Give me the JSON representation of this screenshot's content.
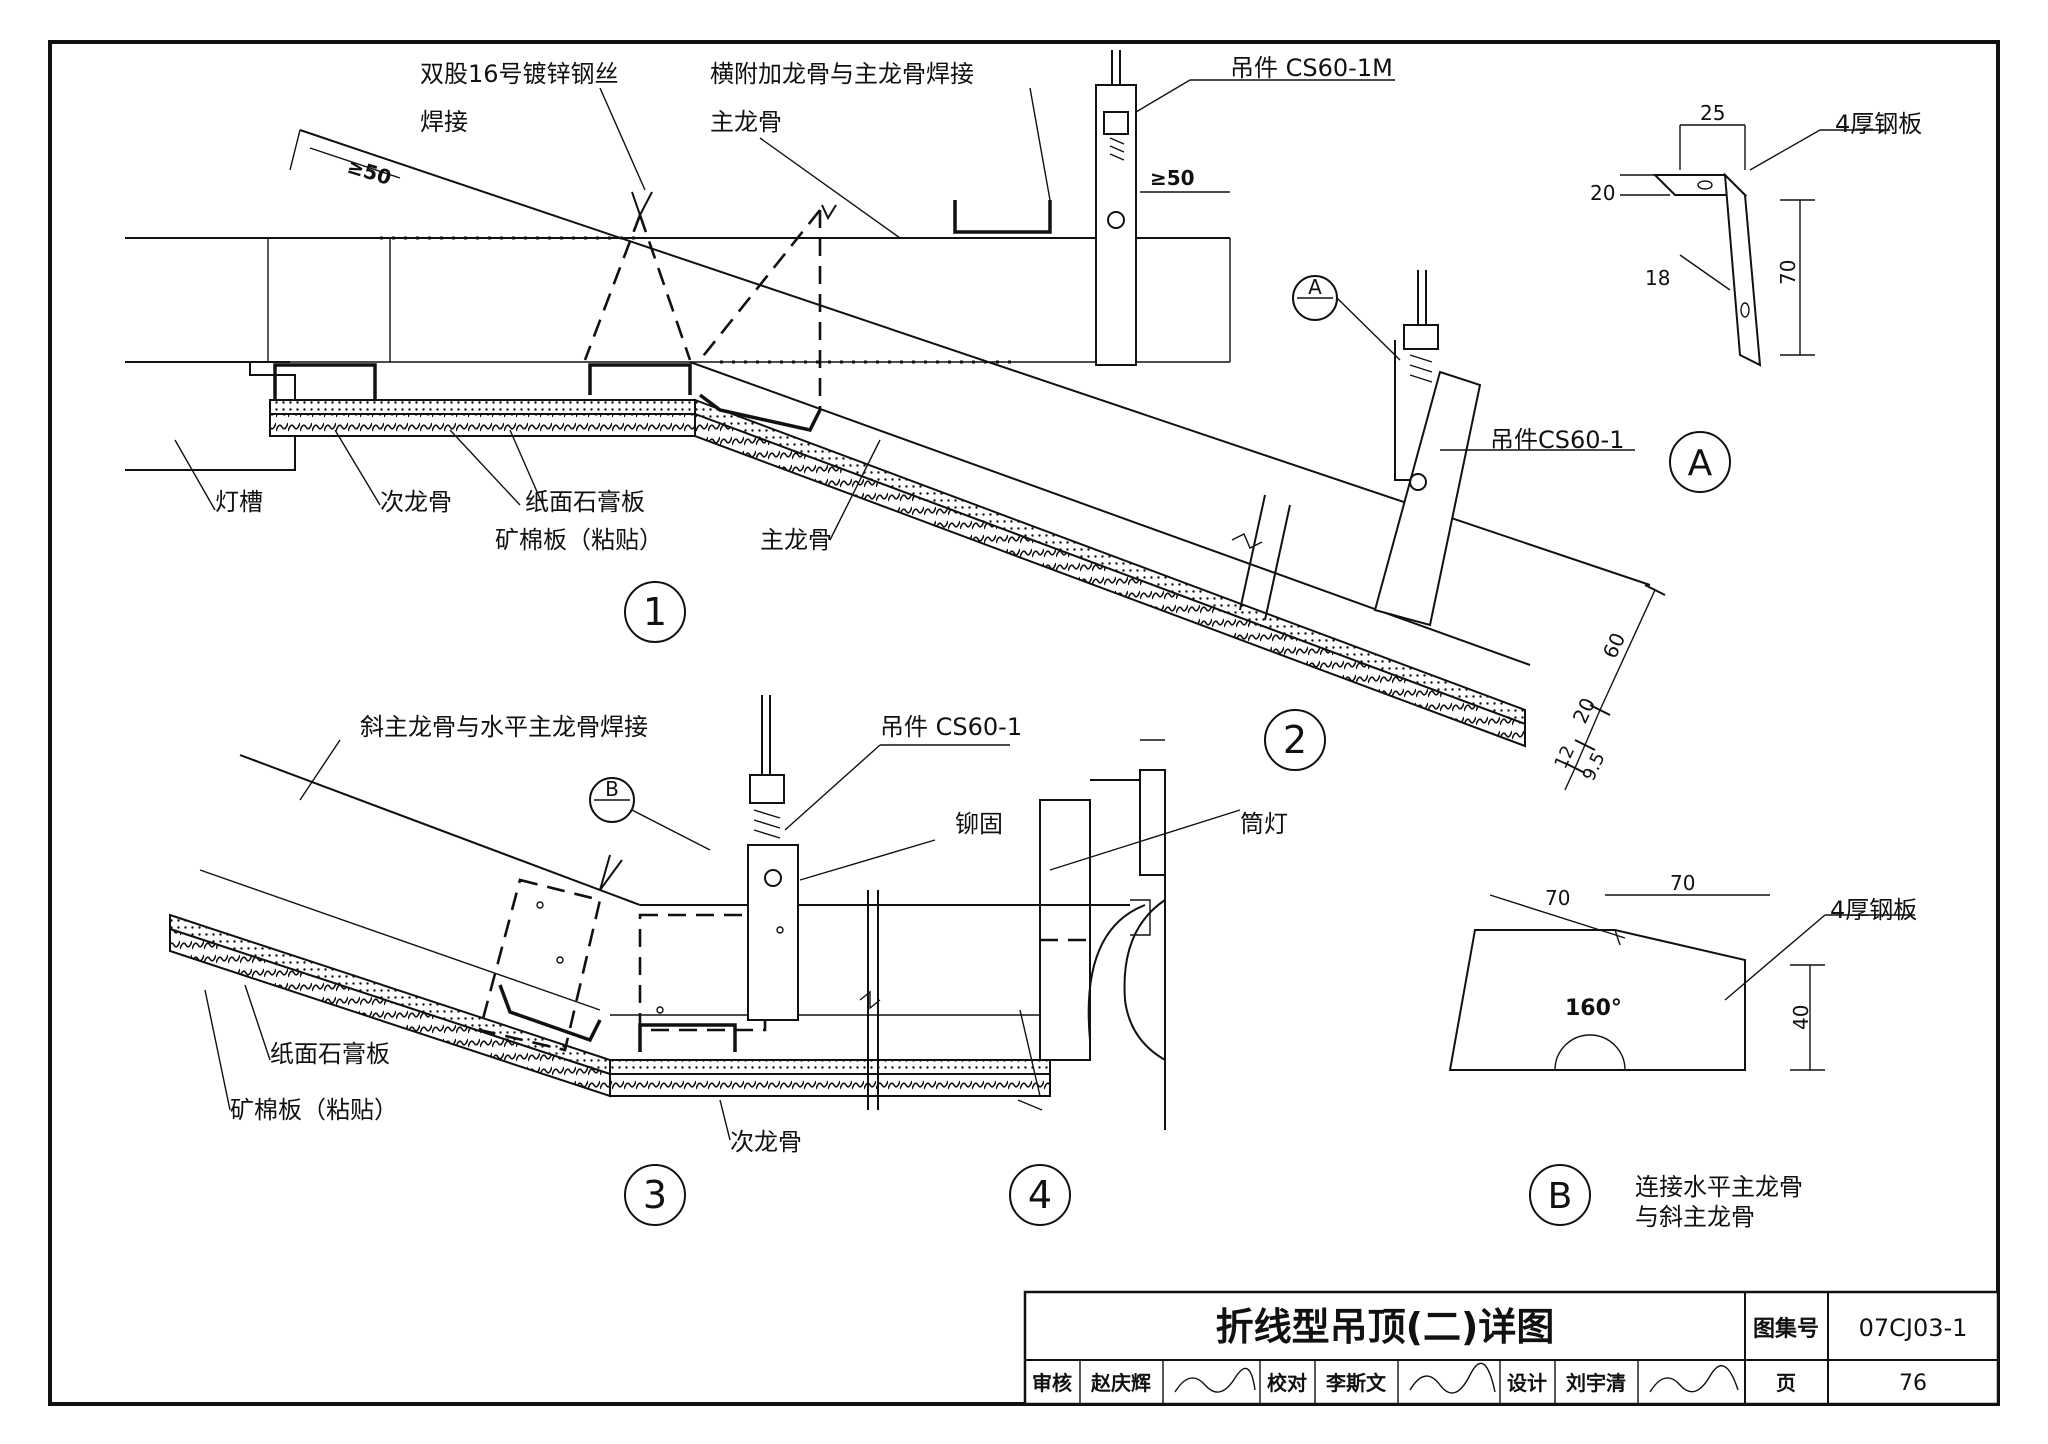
{
  "labels": {
    "double_wire": "双股16号镀锌钢丝",
    "weld": "焊接",
    "cross_weld": "横附加龙骨与主龙骨焊接",
    "main_keel_top": "主龙骨",
    "hanger_1m": "吊件 CS60-1M",
    "dim_ge50_left": "≥50",
    "dim_ge50_right": "≥50",
    "light_trough": "灯槽",
    "sub_keel_1": "次龙骨",
    "gypsum_1": "纸面石膏板",
    "mineral_1": "矿棉板（粘贴）",
    "main_keel_mid": "主龙骨",
    "hanger_cs60_1_a": "吊件CS60-1",
    "dim_60": "60",
    "dim_20": "20",
    "dim_12": "12",
    "dim_9_5": "9.5",
    "slant_weld": "斜主龙骨与水平主龙骨焊接",
    "hanger_cs60_1_b": "吊件 CS60-1",
    "rivet": "铆固",
    "downlight": "筒灯",
    "gypsum_3": "纸面石膏板",
    "mineral_3": "矿棉板（粘贴）",
    "sub_keel_3": "次龙骨"
  },
  "callouts": {
    "ref_a_letter": "A",
    "ref_b_letter": "B",
    "ref_a_sub": "—",
    "ref_b_sub": "—"
  },
  "details": {
    "n1": "1",
    "n2": "2",
    "n3": "3",
    "n4": "4",
    "detail_a": "A",
    "detail_b": "B",
    "b_caption_1": "连接水平主龙骨",
    "b_caption_2": "与斜主龙骨"
  },
  "detail_a_dims": {
    "w25": "25",
    "plate": "4厚钢板",
    "h20": "20",
    "h18": "18",
    "h70": "70"
  },
  "detail_b_dims": {
    "w70a": "70",
    "w70b": "70",
    "plate": "4厚钢板",
    "h40": "40",
    "angle": "160°"
  },
  "title_block": {
    "title": "折线型吊顶(二)详图",
    "atlas_label": "图集号",
    "atlas_no": "07CJ03-1",
    "review_label": "审核",
    "reviewer": "赵庆辉",
    "check_label": "校对",
    "checker": "李斯文",
    "design_label": "设计",
    "designer": "刘宇清",
    "page_label": "页",
    "page_no": "76"
  }
}
